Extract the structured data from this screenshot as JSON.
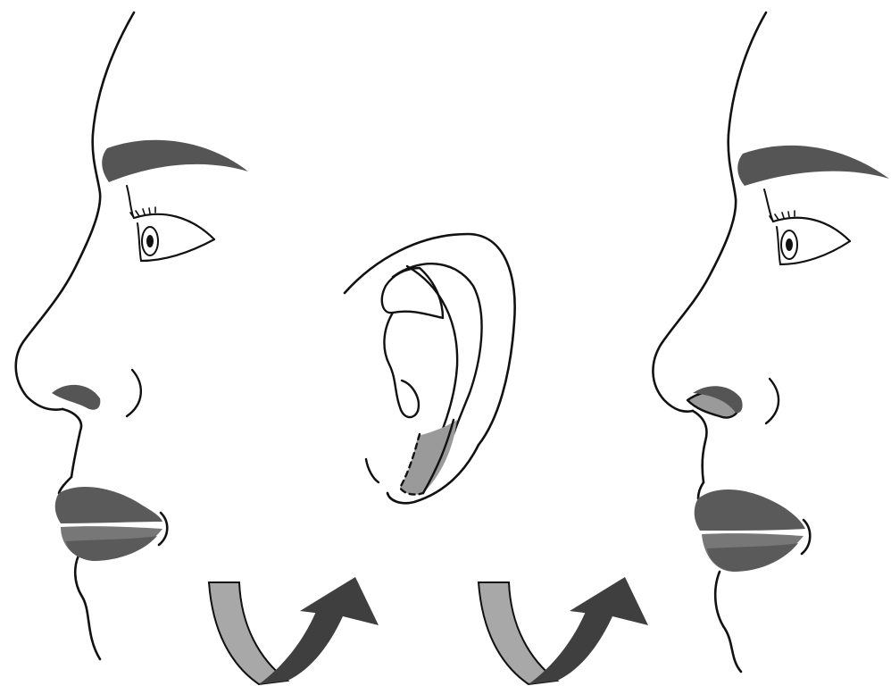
{
  "figure": {
    "panels": [
      {
        "id": "before",
        "icon": "face-profile-before-icon"
      },
      {
        "id": "donor",
        "icon": "ear-donor-site-icon"
      },
      {
        "id": "after",
        "icon": "face-profile-after-icon"
      }
    ],
    "arrows": [
      {
        "id": "arrow-ear-harvest",
        "icon": "curved-transfer-arrow-icon"
      },
      {
        "id": "arrow-nose-graft",
        "icon": "curved-transfer-arrow-icon"
      }
    ]
  },
  "colors": {
    "line": "#111111",
    "brow": "#555555",
    "lip_dark": "#5a5a5a",
    "lip_mid": "#777777",
    "graft": "#9a9a9a",
    "arrow_light": "#a8a8a8",
    "arrow_dark": "#3f3f3f",
    "background": "#ffffff"
  }
}
